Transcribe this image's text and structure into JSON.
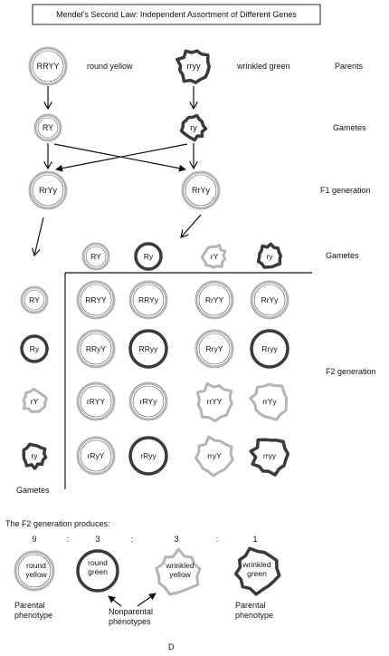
{
  "title": "Mendel's Second Law: Independent Assortment of Different Genes",
  "colors": {
    "light": "#b5b5b5",
    "dark": "#3a3a3a",
    "line": "#111111"
  },
  "parents": {
    "left_genotype": "RRYY",
    "left_phenotype": "round yellow",
    "right_genotype": "rryy",
    "right_phenotype": "wrinkled green",
    "row_label": "Parents"
  },
  "gametes_row": {
    "left": "RY",
    "right": "ry",
    "label": "Gametes"
  },
  "f1": {
    "left": "RrYy",
    "right": "RrYy",
    "label": "F1 generation"
  },
  "square": {
    "columns": [
      "RY",
      "Ry",
      "rY",
      "ry"
    ],
    "rows": [
      "RY",
      "Ry",
      "rY",
      "ry"
    ],
    "cells": [
      [
        "RRYY",
        "RRYy",
        "RrYY",
        "RrYy"
      ],
      [
        "RRyY",
        "RRyy",
        "RryY",
        "Rryy"
      ],
      [
        "rRYY",
        "rRYy",
        "rrYY",
        "rrYy"
      ],
      [
        "rRyY",
        "rRyy",
        "rryY",
        "rryy"
      ]
    ],
    "columns_label": "Gametes",
    "rows_label": "Gametes",
    "f2_label": "F2 generation"
  },
  "ratio": {
    "intro": "The F2 generation produces:",
    "numbers": [
      "9",
      "3",
      "3",
      "1"
    ],
    "separator": ":",
    "phenotype_1": [
      "round",
      "yellow"
    ],
    "phenotype_2": [
      "round",
      "green"
    ],
    "phenotype_3": [
      "wrinkled",
      "yellow"
    ],
    "phenotype_4": [
      "wrinkled",
      "green"
    ],
    "parental_1": [
      "Parental",
      "phenotype"
    ],
    "nonparental": [
      "Nonparental",
      "phenotypes"
    ],
    "parental_2": [
      "Parental",
      "phenotype"
    ]
  },
  "page_glyph": "D"
}
